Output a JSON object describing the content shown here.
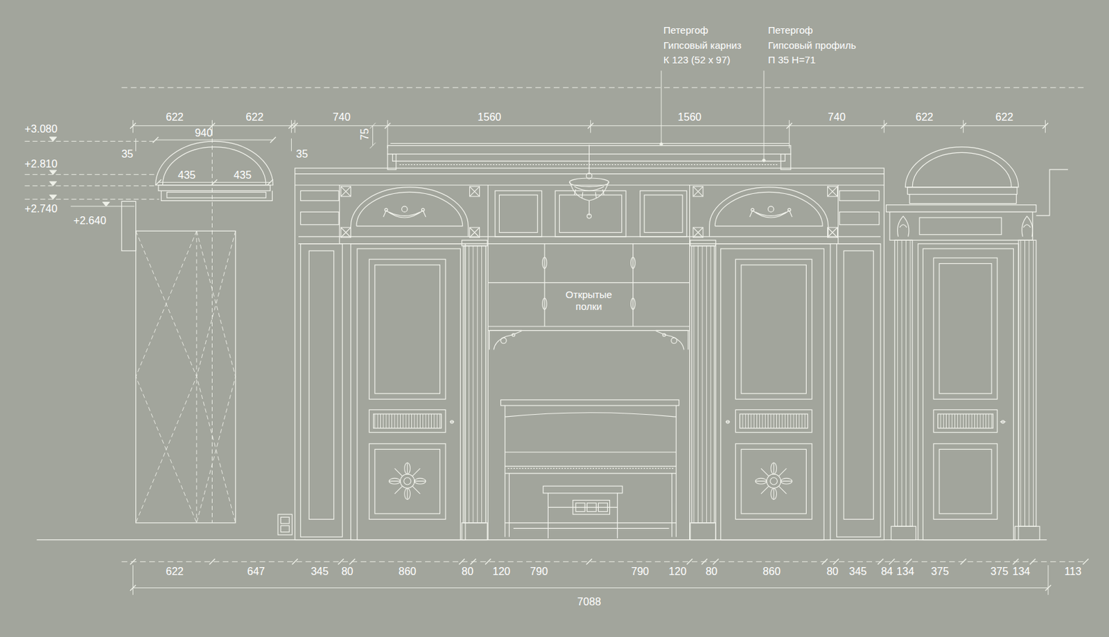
{
  "diagram": {
    "nodes": [
      {
        "text": [
          "Открытые полки"
        ]
      }
    ],
    "labels": [
      "Петергоф Гипсовый карниз К 123 (52 х 97)",
      "Петергоф Гипсовый профиль П 35 Н=71",
      "622",
      "622",
      "740",
      "1560",
      "1560",
      "740",
      "622",
      "622",
      "940",
      "75",
      "35",
      "35",
      "435",
      "435",
      "+3.080",
      "+2.810",
      "+2.740",
      "+2.640",
      "622",
      "647",
      "345",
      "80",
      "860",
      "80",
      "120",
      "790",
      "790",
      "120",
      "80",
      "860",
      "80",
      "345",
      "84",
      "134",
      "375",
      "375",
      "134",
      "113",
      "7088"
    ]
  }
}
